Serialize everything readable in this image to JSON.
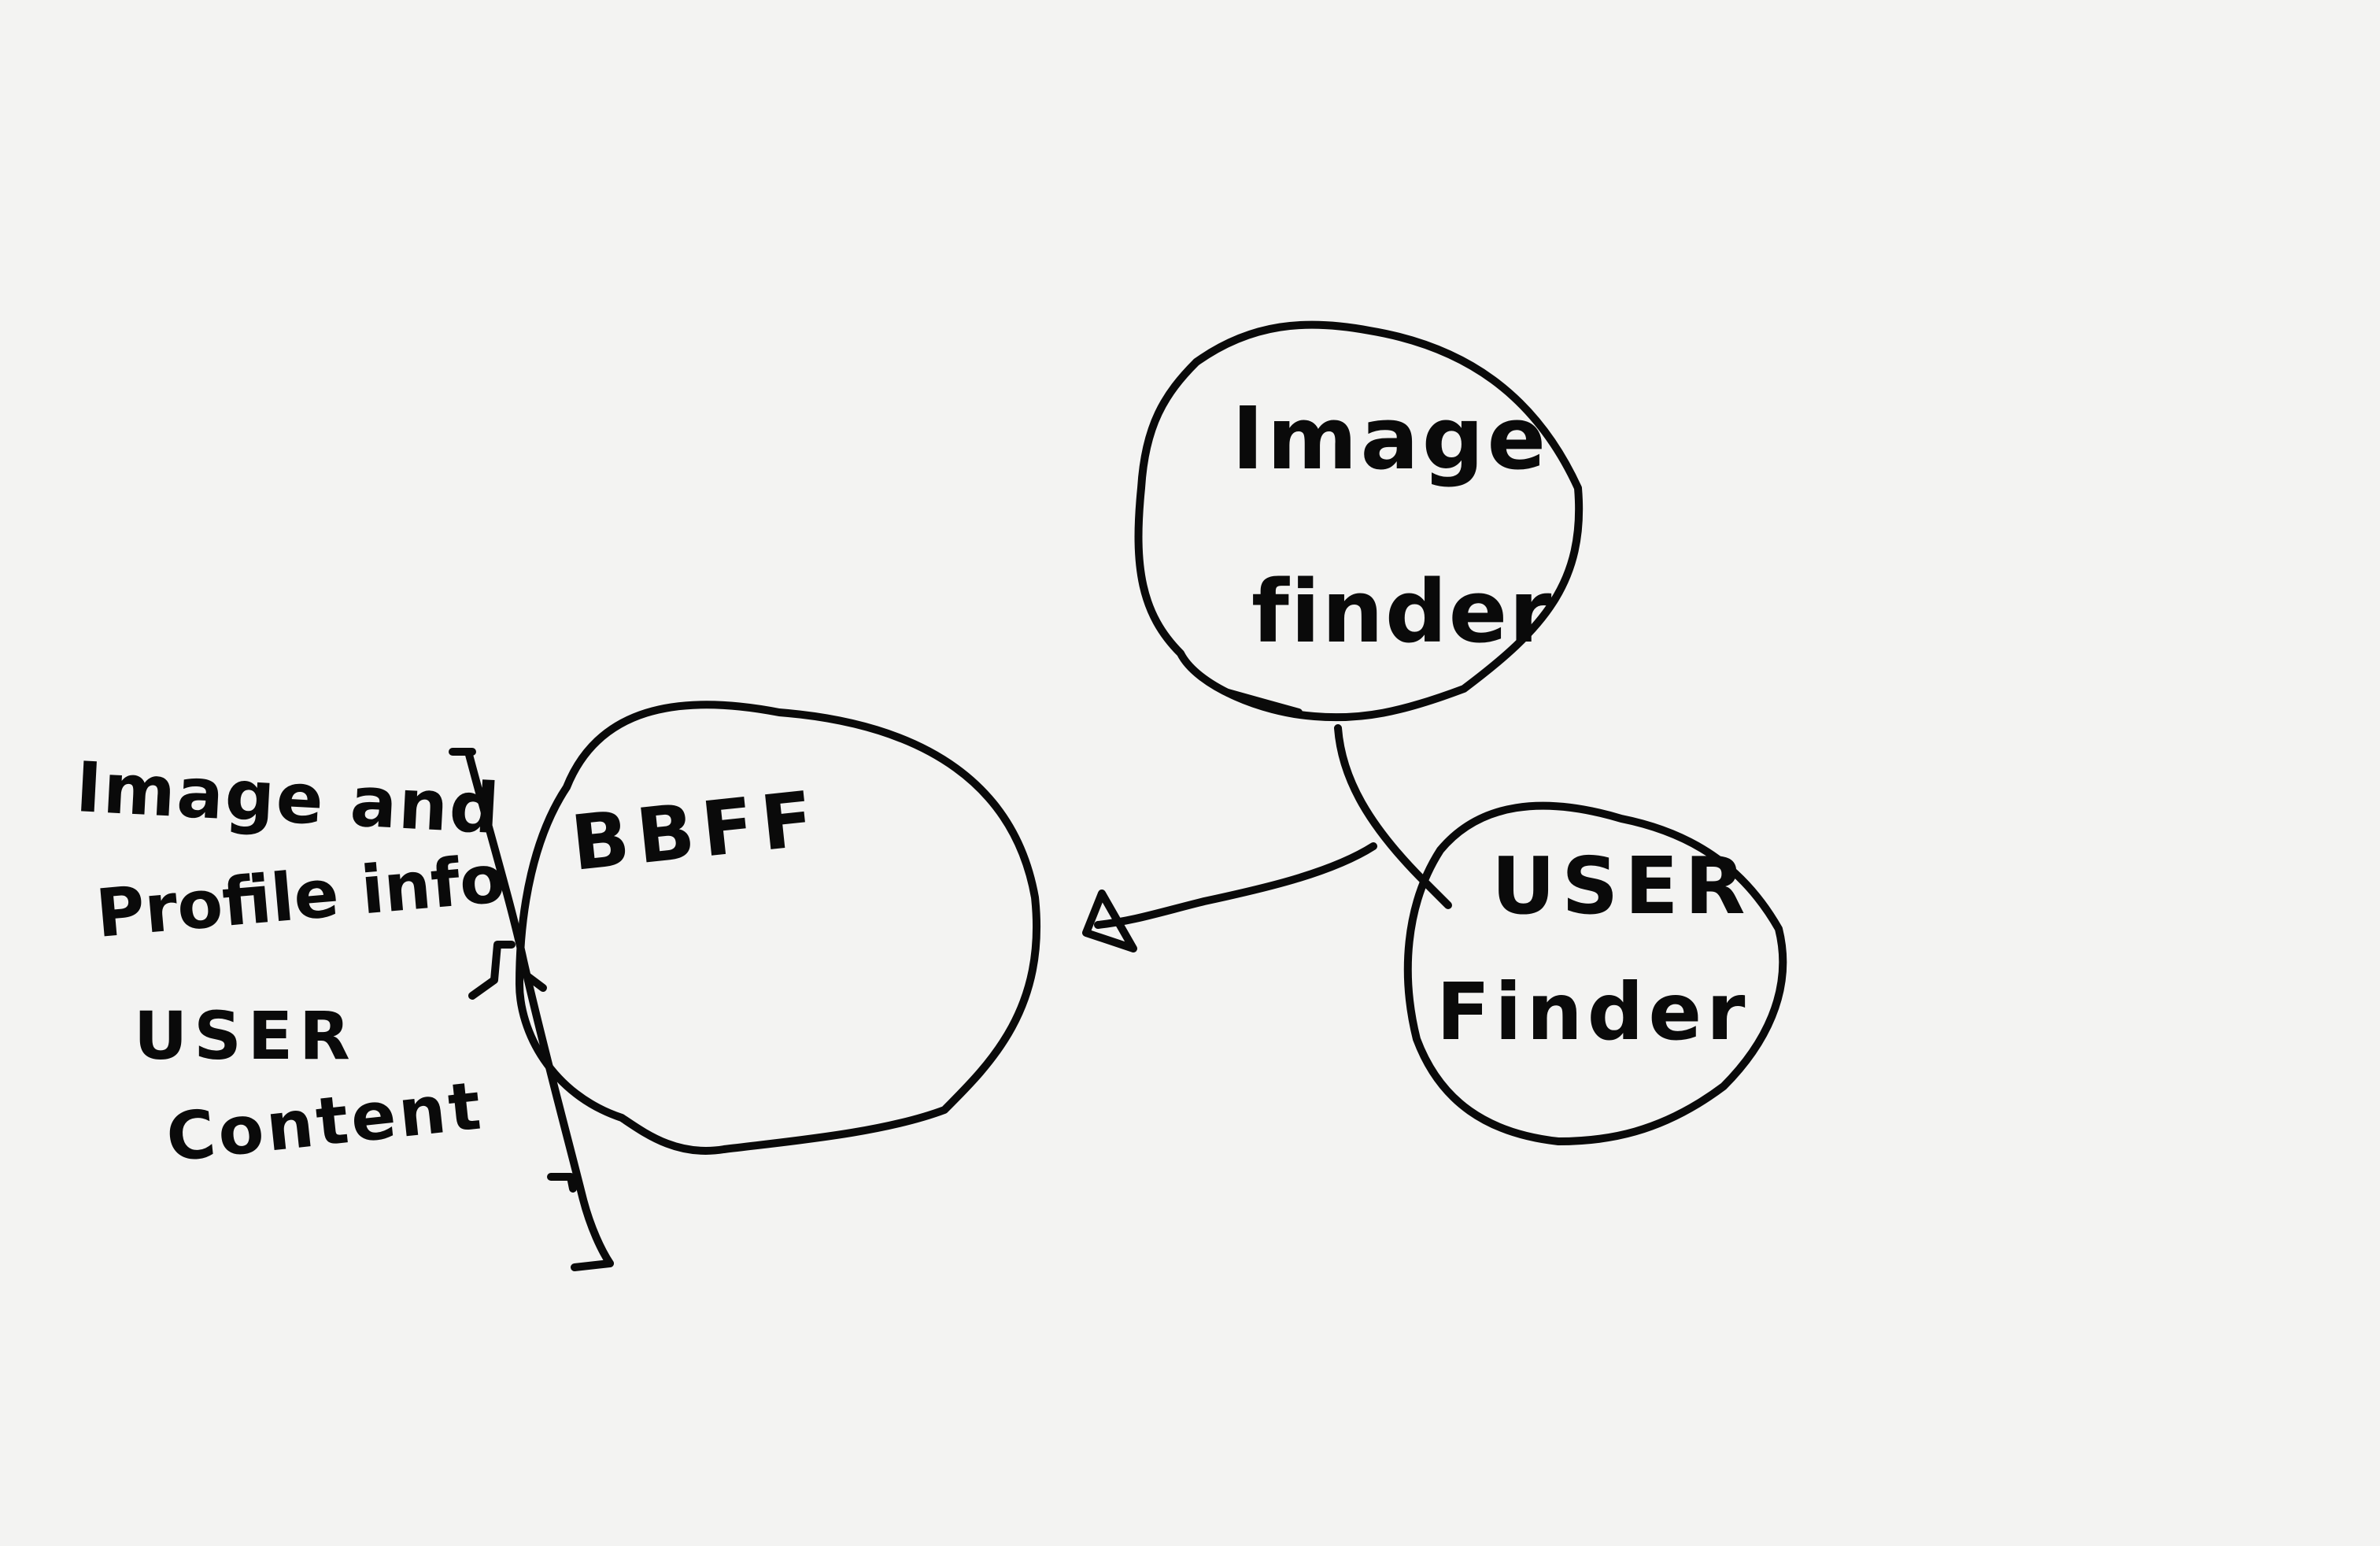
{
  "nodes": {
    "bbff": {
      "label": "BBFF"
    },
    "image_finder": {
      "line1": "Image",
      "line2": "finder"
    },
    "user_finder": {
      "line1": "USER",
      "line2": "Finder"
    }
  },
  "annotation": {
    "line1": "Image and",
    "line2": "Profile info",
    "line3": "USER",
    "line4": "Content"
  },
  "colors": {
    "ink": "#0a0a0a",
    "paper": "#f3f3f2"
  }
}
